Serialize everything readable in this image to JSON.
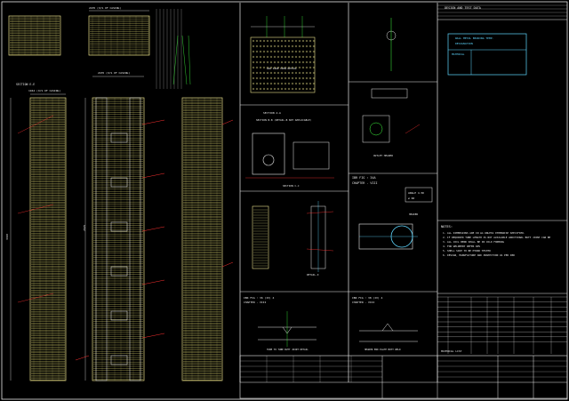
{
  "drawing": {
    "section_ee": "SECTION E-E",
    "casing_width_top": "2435 (O/S OF CASING)",
    "casing_width_mid": "2435 (O/S OF CASING)",
    "casing_width_left": "1944 (O/S OF CASING)",
    "dim_vertical_left": "3340",
    "dim_vertical_right": "2625",
    "section_aa": "SECTION A-A",
    "section_bb": "SECTION B-B (DETAIL-B NOT APPLICABLE)",
    "section_cc": "SECTION C-C",
    "detail_label": "DETAIL-X",
    "outlet_header": "OUTLET HEADER",
    "air_side_view": "AIR SIDE VIEW DETAIL",
    "ibr_fig_left": "IBR FIG : 36 (IV) 4",
    "chapter_left": "CHAPTER - VIII",
    "ibr_fig_mid": "IBR FIG : 34A",
    "chapter_mid": "CHAPTER - VIII",
    "ibr_fig_right": "IBR FIG : 38 (IV) 4",
    "chapter_right": "CHAPTER - VIII",
    "header_label": "HEADER",
    "weld_detail_left": "TUBE TO TUBE BUTT JOINT DETAIL",
    "weld_detail_right": "HEADER END PLATE BUTT WELD",
    "scale_box": "ANGLE 4.5D",
    "scale_box2": "ø 60",
    "design_data_title": "DESIGN AND TEST DATA",
    "notes_title": "NOTES:",
    "material_list": "MATERIAL LIST",
    "notes": [
      "1.  ALL DIMENSIONS ARE IN mm UNLESS OTHERWISE SPECIFIED.",
      "2.  IF REQUIRED TUBE LENGTH IS NOT AVAILABLE ADDITIONAL BUTT JOINT CAN BE",
      "3.  ALL COIL BEND SHALL BE IN COLD FORMING",
      "4.  FOR WELDMENT REFER WPS",
      "5.  SHELL SIDE TO BE HYDRO TESTED",
      "6.  DESIGN, MANUFACTURE AND INSPECTION AS PER IBR"
    ],
    "data_box_lines": [
      "WALL METAL BEARING TEMP.",
      "DESIGNATION",
      "MATERIAL"
    ]
  },
  "colors": {
    "background": "#000000",
    "line_yellow": "#e8e08a",
    "line_white": "#e8e8e8",
    "line_cyan": "#5fd7ff",
    "line_red": "#ff3030",
    "line_green": "#40ff40",
    "hatch_yellow": "#d6cf6a"
  }
}
